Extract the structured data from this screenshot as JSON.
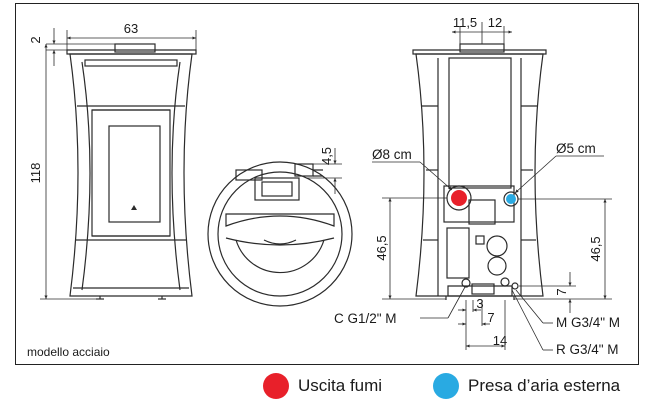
{
  "colors": {
    "smoke_outlet": "#e8202a",
    "air_intake": "#29aae2",
    "line": "#2b2b2b"
  },
  "dimensions": {
    "front_width": "63",
    "front_top": "2",
    "front_height": "118",
    "top_offset": "4,5",
    "rear_top_left": "11,5",
    "rear_top_right": "12",
    "outlet_diameter": "Ø8 cm",
    "intake_diameter": "Ø5 cm",
    "outlet_height": "46,5",
    "intake_height": "46,5",
    "bottom_7_right": "7",
    "bottom_3": "3",
    "bottom_7": "7",
    "bottom_14": "14"
  },
  "connections": {
    "c": "C G1/2\" M",
    "m": "M G3/4\" M",
    "r": "R G3/4\" M"
  },
  "model_label": "modello acciaio",
  "legend": [
    {
      "label": "Uscita fumi",
      "color": "#e8202a"
    },
    {
      "label": "Presa d’aria esterna",
      "color": "#29aae2"
    }
  ]
}
